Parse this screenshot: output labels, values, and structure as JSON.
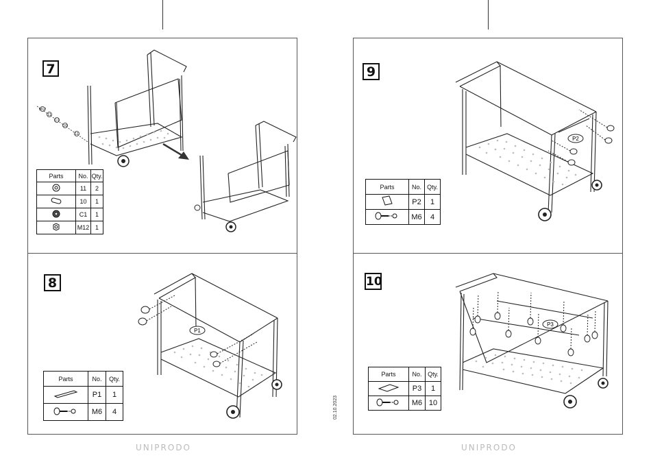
{
  "footer": {
    "brand": "UNIPRODO",
    "date": "02.10.2023"
  },
  "steps": [
    {
      "number": "7",
      "headers": [
        "Parts",
        "No.",
        "Qty."
      ],
      "rows": [
        {
          "icon": "washer-icon",
          "no": "11",
          "qty": "2"
        },
        {
          "icon": "spacer-tube-icon",
          "no": "10",
          "qty": "1"
        },
        {
          "icon": "lock-nut-icon",
          "no": "C1",
          "qty": "1"
        },
        {
          "icon": "hex-nut-icon",
          "no": "M12",
          "qty": "1"
        }
      ],
      "callouts": [
        "M12",
        "11",
        "C1",
        "10",
        "11"
      ]
    },
    {
      "number": "8",
      "headers": [
        "Parts",
        "No.",
        "Qty."
      ],
      "rows": [
        {
          "icon": "panel-icon",
          "no": "P1",
          "qty": "1"
        },
        {
          "icon": "bolt-icon",
          "no": "M6",
          "qty": "4"
        }
      ],
      "callout": "P1"
    },
    {
      "number": "9",
      "headers": [
        "Parts",
        "No.",
        "Qty."
      ],
      "rows": [
        {
          "icon": "panel-icon",
          "no": "P2",
          "qty": "1"
        },
        {
          "icon": "bolt-icon",
          "no": "M6",
          "qty": "4"
        }
      ],
      "callout": "P2"
    },
    {
      "number": "10",
      "headers": [
        "Parts",
        "No.",
        "Qty."
      ],
      "rows": [
        {
          "icon": "panel-icon",
          "no": "P3",
          "qty": "1"
        },
        {
          "icon": "bolt-icon",
          "no": "M6",
          "qty": "10"
        }
      ],
      "callout": "P3"
    }
  ]
}
